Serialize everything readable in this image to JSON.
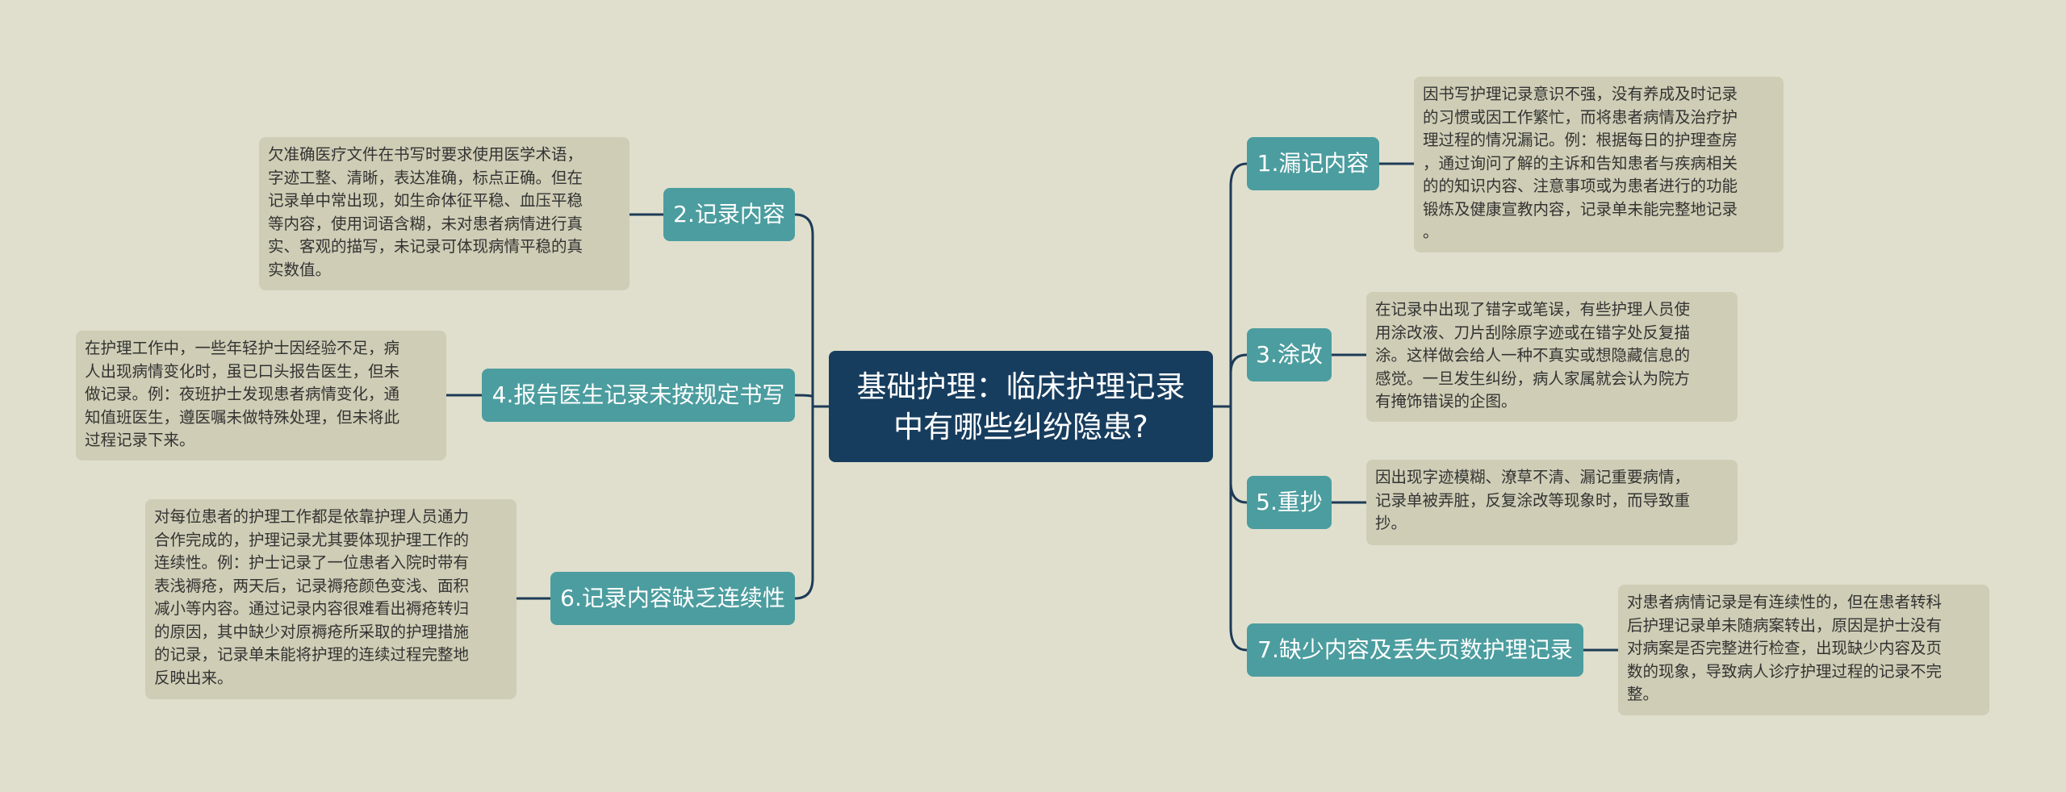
{
  "mindmap": {
    "root": {
      "title_line1": "基础护理：临床护理记录",
      "title_line2": "中有哪些纠纷隐患?"
    },
    "branches": {
      "b1": {
        "label": "1.漏记内容",
        "note": "因书写护理记录意识不强，没有养成及时记录\n的习惯或因工作繁忙，而将患者病情及治疗护\n理过程的情况漏记。例：根据每日的护理查房\n，通过询问了解的主诉和告知患者与疾病相关\n的的知识内容、注意事项或为患者进行的功能\n锻炼及健康宣教内容，记录单未能完整地记录\n。"
      },
      "b2": {
        "label": "2.记录内容",
        "note": "欠准确医疗文件在书写时要求使用医学术语，\n字迹工整、清晰，表达准确，标点正确。但在\n记录单中常出现，如生命体征平稳、血压平稳\n等内容，使用词语含糊，未对患者病情进行真\n实、客观的描写，未记录可体现病情平稳的真\n实数值。"
      },
      "b3": {
        "label": "3.涂改",
        "note": "在记录中出现了错字或笔误，有些护理人员使\n用涂改液、刀片刮除原字迹或在错字处反复描\n涂。这样做会给人一种不真实或想隐藏信息的\n感觉。一旦发生纠纷，病人家属就会认为院方\n有掩饰错误的企图。"
      },
      "b4": {
        "label": "4.报告医生记录未按规定书写",
        "note": "在护理工作中，一些年轻护士因经验不足，病\n人出现病情变化时，虽已口头报告医生，但未\n做记录。例：夜班护士发现患者病情变化，通\n知值班医生，遵医嘱未做特殊处理，但未将此\n过程记录下来。"
      },
      "b5": {
        "label": "5.重抄",
        "note": "因出现字迹模糊、潦草不清、漏记重要病情，\n记录单被弄脏，反复涂改等现象时，而导致重\n抄。"
      },
      "b6": {
        "label": "6.记录内容缺乏连续性",
        "note": "对每位患者的护理工作都是依靠护理人员通力\n合作完成的，护理记录尤其要体现护理工作的\n连续性。例：护士记录了一位患者入院时带有\n表浅褥疮，两天后，记录褥疮颜色变浅、面积\n减小等内容。通过记录内容很难看出褥疮转归\n的原因，其中缺少对原褥疮所采取的护理措施\n的记录，记录单未能将护理的连续过程完整地\n反映出来。"
      },
      "b7": {
        "label": "7.缺少内容及丢失页数护理记录",
        "note": "对患者病情记录是有连续性的，但在患者转科\n后护理记录单未随病案转出，原因是护士没有\n对病案是否完整进行检查，出现缺少内容及页\n数的现象，导致病人诊疗护理过程的记录不完\n整。"
      }
    }
  }
}
